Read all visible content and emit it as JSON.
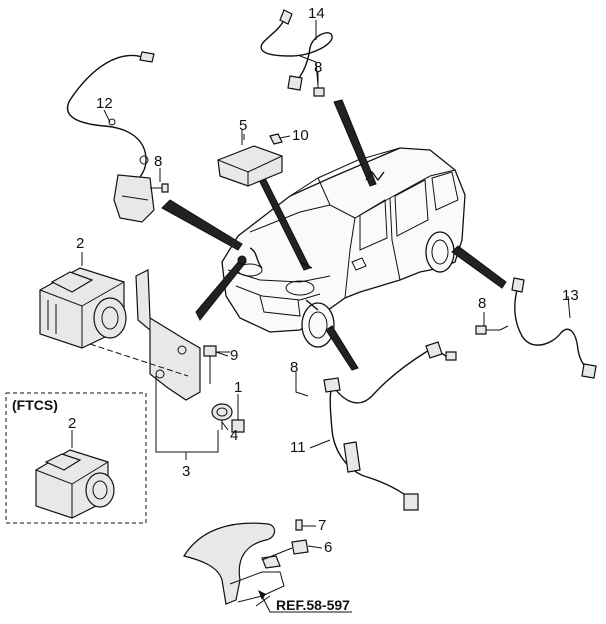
{
  "callouts": {
    "c1": "1",
    "c2a": "2",
    "c2b": "2",
    "c3": "3",
    "c4": "4",
    "c5": "5",
    "c6": "6",
    "c7": "7",
    "c8a": "8",
    "c8b": "8",
    "c8c": "8",
    "c8d": "8",
    "c9": "9",
    "c10": "10",
    "c11": "11",
    "c12": "12",
    "c13": "13",
    "c14": "14"
  },
  "variant_label": "(FTCS)",
  "reference_label": "REF.58-597"
}
